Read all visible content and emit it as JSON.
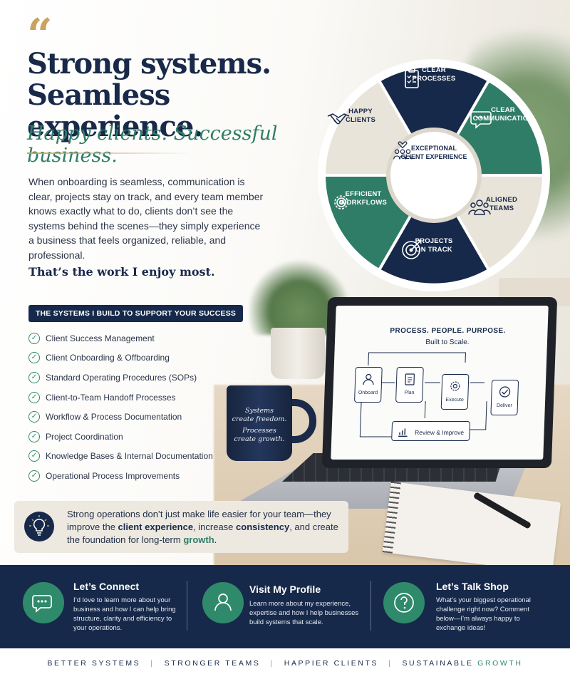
{
  "header": {
    "headline_line1": "Strong systems.",
    "headline_line2": "Seamless experience.",
    "tagline": "Happy clients. Successful business.",
    "intro": "When onboarding is seamless, communication is clear, projects stay on track, and every team member knows exactly what to do, clients don’t see the systems behind the scenes—they simply experience a business that feels organized, reliable, and professional.",
    "closing": "That’s the work I enjoy most."
  },
  "systems": {
    "title": "THE SYSTEMS I BUILD TO SUPPORT YOUR SUCCESS",
    "items": [
      "Client Success Management",
      "Client Onboarding & Offboarding",
      "Standard Operating Procedures (SOPs)",
      "Client-to-Team Handoff Processes",
      "Workflow & Process Documentation",
      "Project Coordination",
      "Knowledge Bases & Internal Documentation",
      "Operational Process Improvements"
    ]
  },
  "wheel": {
    "center_line1": "EXCEPTIONAL",
    "center_line2": "CLIENT EXPERIENCE",
    "segments": [
      {
        "l1": "CLEAR",
        "l2": "PROCESSES",
        "icon": "clipboard-check-icon"
      },
      {
        "l1": "CLEAR",
        "l2": "COMMUNICATION",
        "icon": "chat-bubble-icon"
      },
      {
        "l1": "ALIGNED",
        "l2": "TEAMS",
        "icon": "team-icon"
      },
      {
        "l1": "PROJECTS",
        "l2": "ON TRACK",
        "icon": "target-icon"
      },
      {
        "l1": "EFFICIENT",
        "l2": "WORKFLOWS",
        "icon": "gears-icon"
      },
      {
        "l1": "HAPPY",
        "l2": "CLIENTS",
        "icon": "handshake-icon"
      }
    ],
    "colors": {
      "navy": "#17294a",
      "green": "#2f7d66",
      "beige": "#e9e4da"
    }
  },
  "laptop": {
    "title": "PROCESS. PEOPLE. PURPOSE.",
    "subtitle": "Built to Scale.",
    "steps": [
      "Onboard",
      "Plan",
      "Execute",
      "Deliver",
      "Review & Improve"
    ]
  },
  "mug": {
    "line1": "Systems",
    "line2": "create freedom.",
    "line3": "Processes",
    "line4": "create growth."
  },
  "callout": {
    "part1": "Strong operations don’t just make life easier for your team—they improve the ",
    "hl1": "client experience",
    "part2": ", increase ",
    "hl2": "consistency",
    "part3": ", and create the foundation for long-term ",
    "hl3": "growth",
    "part4": "."
  },
  "footer": {
    "connect": {
      "title": "Let’s Connect",
      "text": "I’d love to learn more about your business and how I can help bring structure, clarity and efficiency to your operations."
    },
    "profile": {
      "title": "Visit My Profile",
      "text": "Learn more about my experience, expertise and how I help businesses build systems that scale."
    },
    "talk": {
      "title": "Let’s Talk Shop",
      "text": "What’s your biggest operational challenge right now? Comment below—I’m always happy to exchange ideas!"
    }
  },
  "strap": {
    "a": "BETTER SYSTEMS",
    "b": "STRONGER TEAMS",
    "c": "HAPPIER CLIENTS",
    "d_prefix": "SUSTAINABLE",
    "d_green": "GROWTH",
    "sep": "|"
  }
}
